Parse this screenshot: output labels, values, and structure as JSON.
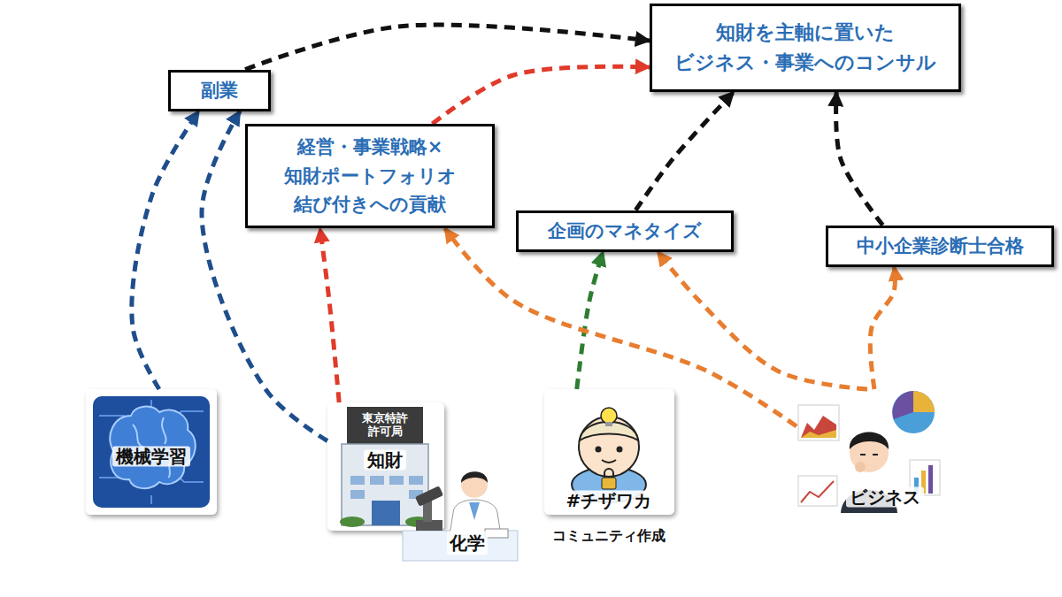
{
  "diagram": {
    "nodes": [
      {
        "text": [
          "知財を主軸に置いた ビジネス・事業へのコンサル"
        ]
      },
      {
        "text": [
          "副業"
        ]
      },
      {
        "text": [
          "経営・事業戦略× 知財ポートフォリオ 結び付きへの貢献"
        ]
      },
      {
        "text": [
          "企画のマネタイズ"
        ]
      },
      {
        "text": [
          "中小企業診断士合格"
        ]
      },
      {
        "text": [
          "機械学習"
        ]
      },
      {
        "text": [
          "東京特許 許可局",
          "知財"
        ]
      },
      {
        "text": [
          "#チザワカ",
          "コミュニティ作成"
        ]
      },
      {
        "text": [
          "ビジネス"
        ]
      }
    ],
    "edges": [
      {
        "from": 5,
        "to": 1,
        "arrow": "to"
      },
      {
        "from": 6,
        "to": 1,
        "arrow": "to"
      },
      {
        "from": 1,
        "to": 0,
        "arrow": "to"
      },
      {
        "from": 6,
        "to": 2,
        "arrow": "to"
      },
      {
        "from": 2,
        "to": 0,
        "arrow": "to"
      },
      {
        "from": 7,
        "to": 3,
        "arrow": "to"
      },
      {
        "from": 3,
        "to": 0,
        "arrow": "to"
      },
      {
        "from": 4,
        "to": 0,
        "arrow": "to"
      },
      {
        "from": 8,
        "to": 2,
        "arrow": "to"
      },
      {
        "from": 8,
        "to": 3,
        "arrow": "to"
      },
      {
        "from": 8,
        "to": 4,
        "arrow": "to"
      }
    ],
    "labels": [
      "化学"
    ]
  }
}
